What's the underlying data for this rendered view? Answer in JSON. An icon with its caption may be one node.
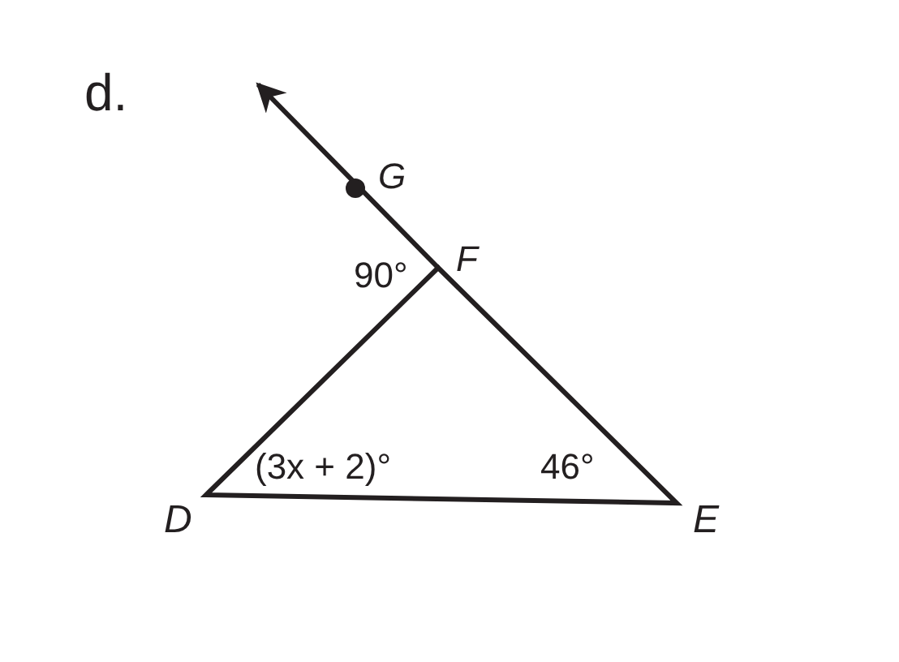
{
  "diagram": {
    "labels": [
      "d.",
      "G",
      "F",
      "90°",
      "(3x + 2)°",
      "46°",
      "D",
      "E"
    ]
  }
}
